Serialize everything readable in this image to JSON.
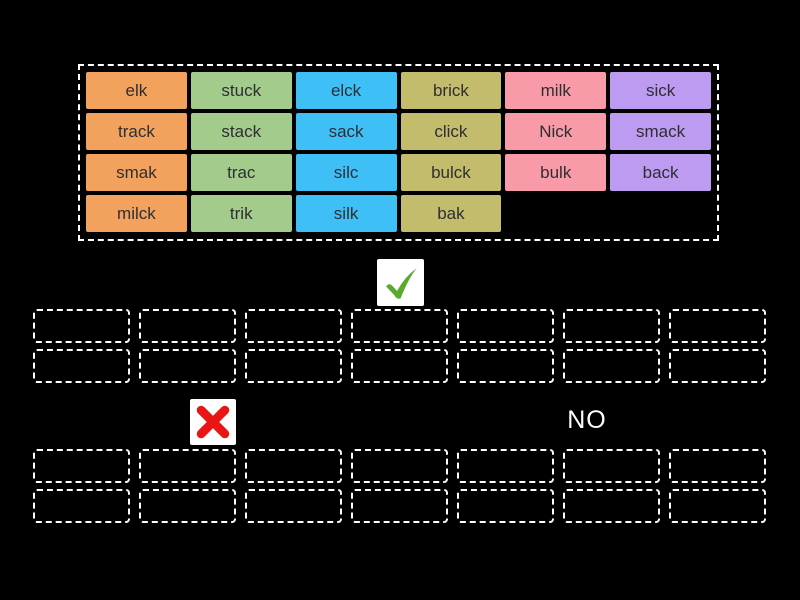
{
  "colors": {
    "background": "#000000",
    "tile_text": "#2e2e33",
    "slot_border": "#ffffff",
    "label_text": "#ffffff",
    "orange": "#f3a25d",
    "green": "#a3cb8c",
    "blue": "#3ec0f6",
    "olive": "#c2bc6c",
    "pink": "#f99aa9",
    "purple": "#bd9bf0",
    "check_green": "#5aaa2e",
    "cross_red": "#e91414"
  },
  "pool": {
    "tiles": [
      {
        "label": "elk",
        "color": "orange"
      },
      {
        "label": "stuck",
        "color": "green"
      },
      {
        "label": "elck",
        "color": "blue"
      },
      {
        "label": "brick",
        "color": "olive"
      },
      {
        "label": "milk",
        "color": "pink"
      },
      {
        "label": "sick",
        "color": "purple"
      },
      {
        "label": "track",
        "color": "orange"
      },
      {
        "label": "stack",
        "color": "green"
      },
      {
        "label": "sack",
        "color": "blue"
      },
      {
        "label": "click",
        "color": "olive"
      },
      {
        "label": "Nick",
        "color": "pink"
      },
      {
        "label": "smack",
        "color": "purple"
      },
      {
        "label": "smak",
        "color": "orange"
      },
      {
        "label": "trac",
        "color": "green"
      },
      {
        "label": "silc",
        "color": "blue"
      },
      {
        "label": "bulck",
        "color": "olive"
      },
      {
        "label": "bulk",
        "color": "pink"
      },
      {
        "label": "back",
        "color": "purple"
      },
      {
        "label": "milck",
        "color": "orange"
      },
      {
        "label": "trik",
        "color": "green"
      },
      {
        "label": "silk",
        "color": "blue"
      },
      {
        "label": "bak",
        "color": "olive"
      }
    ]
  },
  "groups": [
    {
      "id": "correct",
      "icon": "check-icon",
      "label": "",
      "slot_count": 14
    },
    {
      "id": "incorrect",
      "icon": "cross-icon",
      "label": "NO",
      "slot_count": 14
    }
  ]
}
